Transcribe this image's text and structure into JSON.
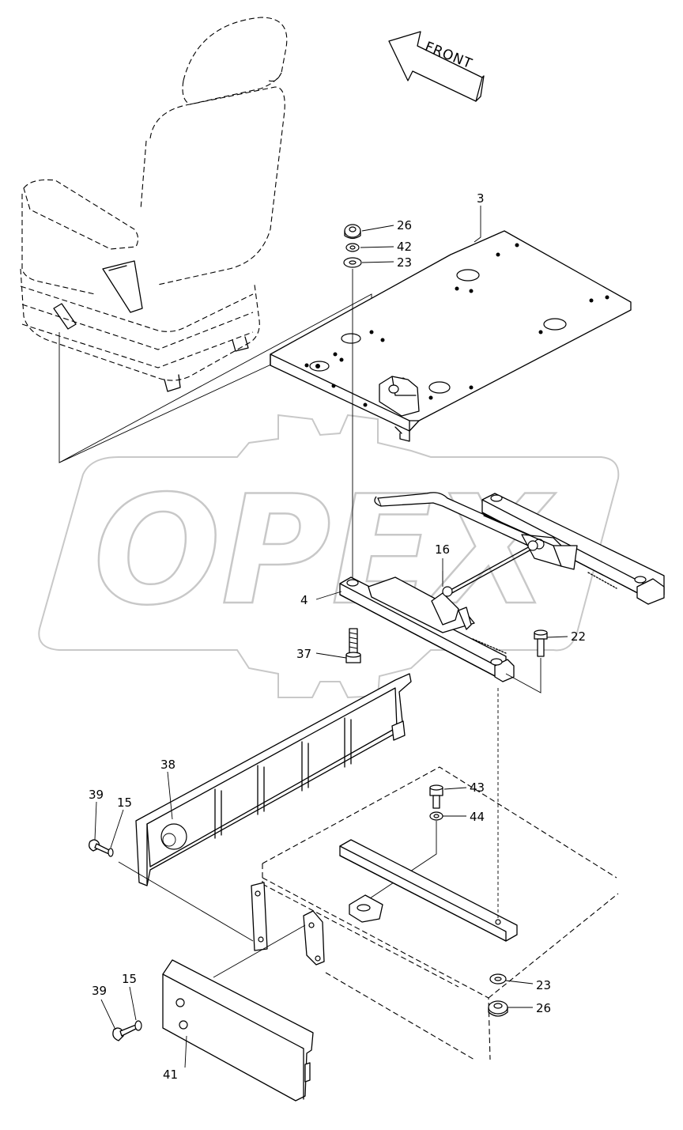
{
  "diagram": {
    "direction_arrow": {
      "label": "FRONT"
    },
    "watermark": {
      "text": "OPEX"
    },
    "callouts": [
      {
        "id": "c26a",
        "label": "26"
      },
      {
        "id": "c42",
        "label": "42"
      },
      {
        "id": "c23a",
        "label": "23"
      },
      {
        "id": "c3",
        "label": "3"
      },
      {
        "id": "c16",
        "label": "16"
      },
      {
        "id": "c4",
        "label": "4"
      },
      {
        "id": "c22",
        "label": "22"
      },
      {
        "id": "c37",
        "label": "37"
      },
      {
        "id": "c38",
        "label": "38"
      },
      {
        "id": "c39a",
        "label": "39"
      },
      {
        "id": "c15a",
        "label": "15"
      },
      {
        "id": "c43",
        "label": "43"
      },
      {
        "id": "c44",
        "label": "44"
      },
      {
        "id": "c23b",
        "label": "23"
      },
      {
        "id": "c26b",
        "label": "26"
      },
      {
        "id": "c39b",
        "label": "39"
      },
      {
        "id": "c15b",
        "label": "15"
      },
      {
        "id": "c41",
        "label": "41"
      }
    ]
  }
}
